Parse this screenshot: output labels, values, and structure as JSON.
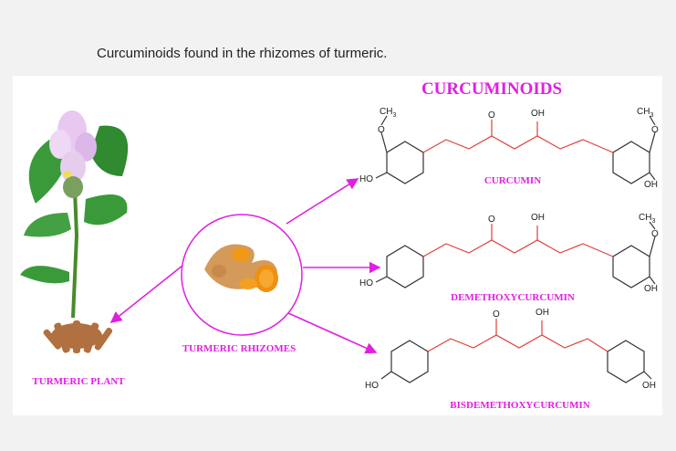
{
  "caption": "Curcuminoids found in the rhizomes of turmeric.",
  "diagram": {
    "title": "CURCUMINOIDS",
    "rhizome_label": "TURMERIC RHIZOMES",
    "plant_label": "TURMERIC PLANT",
    "compounds": [
      {
        "name": "CURCUMIN"
      },
      {
        "name": "DEMETHOXYCURCUMIN"
      },
      {
        "name": "BISDEMETHOXYCURCUMIN"
      }
    ],
    "atoms": {
      "ch3": "CH",
      "sub3": "3",
      "o": "O",
      "oh": "OH",
      "ho": "HO"
    },
    "colors": {
      "accent": "#e020e0",
      "chain": "#e04040",
      "rhizome": "#f0a020",
      "leaf": "#3a9a3a",
      "flower": "#e8c8f0"
    }
  }
}
